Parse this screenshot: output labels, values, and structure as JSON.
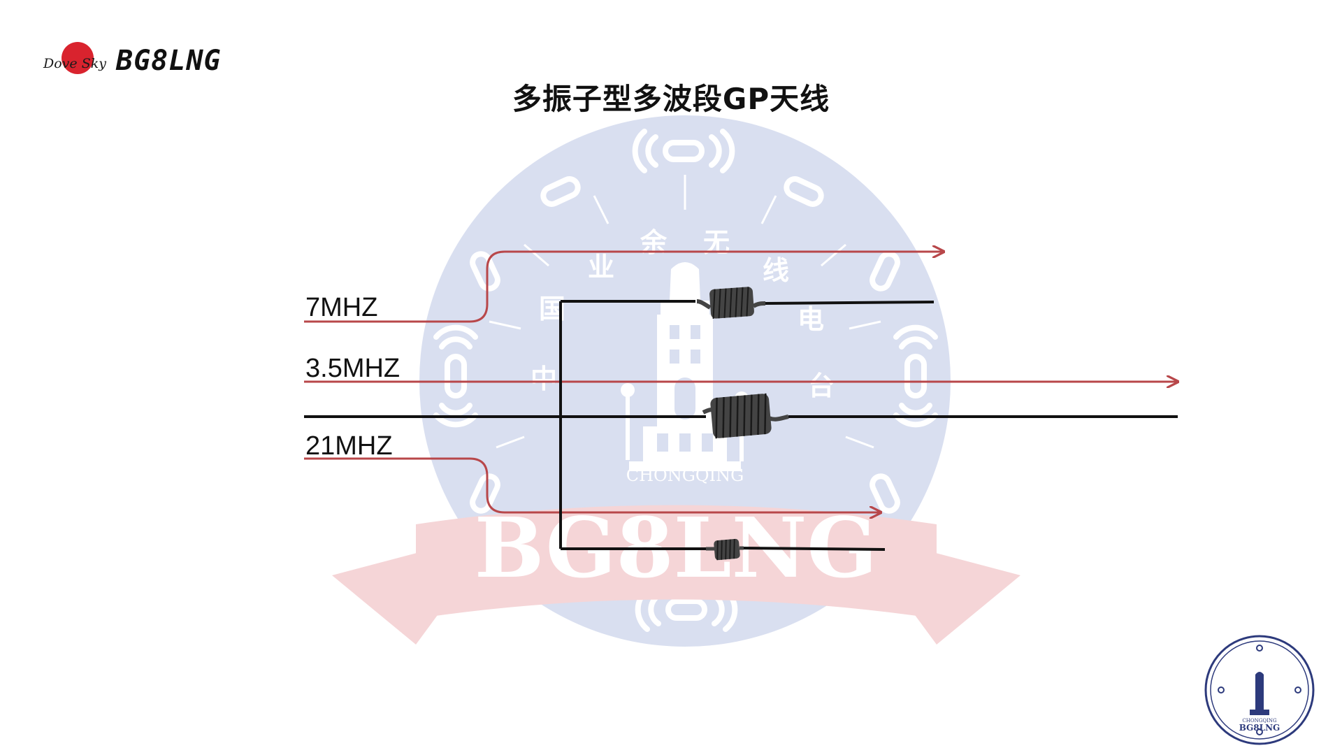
{
  "brand": {
    "logo_script": "Dove Sky",
    "callsign": "BG8LNG"
  },
  "title": "多振子型多波段GP天线",
  "watermark": {
    "ring_text": [
      "国",
      "业",
      "余",
      "无",
      "线",
      "电",
      "台",
      "中"
    ],
    "city": "CHONGQING",
    "banner": "BG8LNG"
  },
  "bands": [
    {
      "label": "7MHZ",
      "wire_color": "#b8474a"
    },
    {
      "label": "3.5MHZ",
      "wire_color": "#b8474a"
    },
    {
      "label": "21MHZ",
      "wire_color": "#b8474a"
    }
  ],
  "colors": {
    "radiator": "#b8474a",
    "element": "#111111",
    "coil": "#444444",
    "watermark_circle": "#d9dff0",
    "watermark_banner": "#f5d5d7",
    "watermark_icon": "#ffffff"
  },
  "seal": {
    "city": "CHONGQING",
    "callsign": "BG8LNG"
  }
}
